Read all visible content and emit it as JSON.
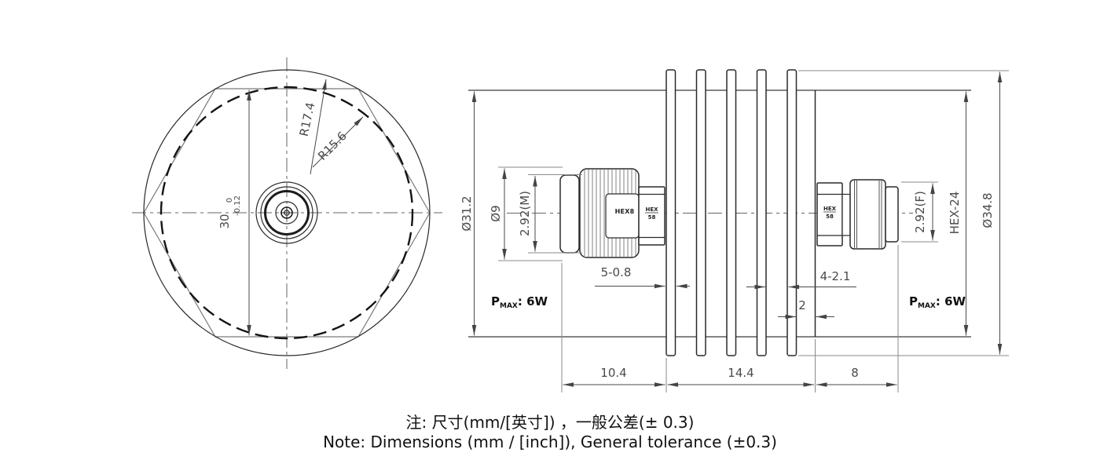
{
  "front_view": {
    "dim_across_flats": "30",
    "tol_upper": "0",
    "tol_lower": "-0.12",
    "radius_outer": "R17.4",
    "radius_inner": "R15.6"
  },
  "side_view": {
    "dia_body": "Ø31.2",
    "dia_flange": "Ø9",
    "interface_male": "2.92(M)",
    "nut_hex": "HEX8",
    "hex_small_line1": "HEX",
    "hex_small_line2": "58",
    "fin_thickness": "5-0.8",
    "fin_gap": "4-2.1",
    "fin_to_edge": "2",
    "interface_female": "2.92(F)",
    "body_hex": "HEX-24",
    "dia_fins": "Ø34.8",
    "len_left": "10.4",
    "len_mid": "14.4",
    "len_right": "8",
    "pmax": {
      "p": "P",
      "sub": "MAX",
      "value": ": 6W"
    }
  },
  "notes": {
    "line1_cn": "注: 尺寸(mm/[英寸]) ，一般公差(± 0.3)",
    "line2_en": "Note: Dimensions (mm / [inch]), General tolerance (±0.3)"
  }
}
